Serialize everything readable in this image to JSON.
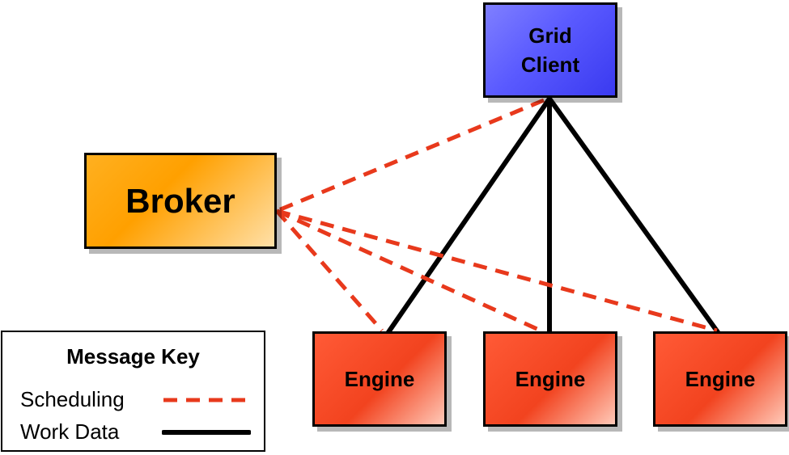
{
  "diagram": {
    "grid_client": {
      "label": "Grid\nClient",
      "color": "#5a5aff"
    },
    "broker": {
      "label": "Broker",
      "color": "#ffa000"
    },
    "engines": [
      {
        "label": "Engine"
      },
      {
        "label": "Engine"
      },
      {
        "label": "Engine"
      }
    ],
    "engine_color": "#f2431f",
    "connections": {
      "scheduling": [
        [
          "grid_client",
          "broker"
        ],
        [
          "broker",
          "engine_1"
        ],
        [
          "broker",
          "engine_2"
        ],
        [
          "broker",
          "engine_3"
        ]
      ],
      "work_data": [
        [
          "grid_client",
          "engine_1"
        ],
        [
          "grid_client",
          "engine_2"
        ],
        [
          "grid_client",
          "engine_3"
        ]
      ]
    },
    "scheduling_color": "#e8391c",
    "work_data_color": "#000000"
  },
  "legend": {
    "title": "Message Key",
    "scheduling_label": "Scheduling",
    "work_data_label": "Work Data"
  }
}
